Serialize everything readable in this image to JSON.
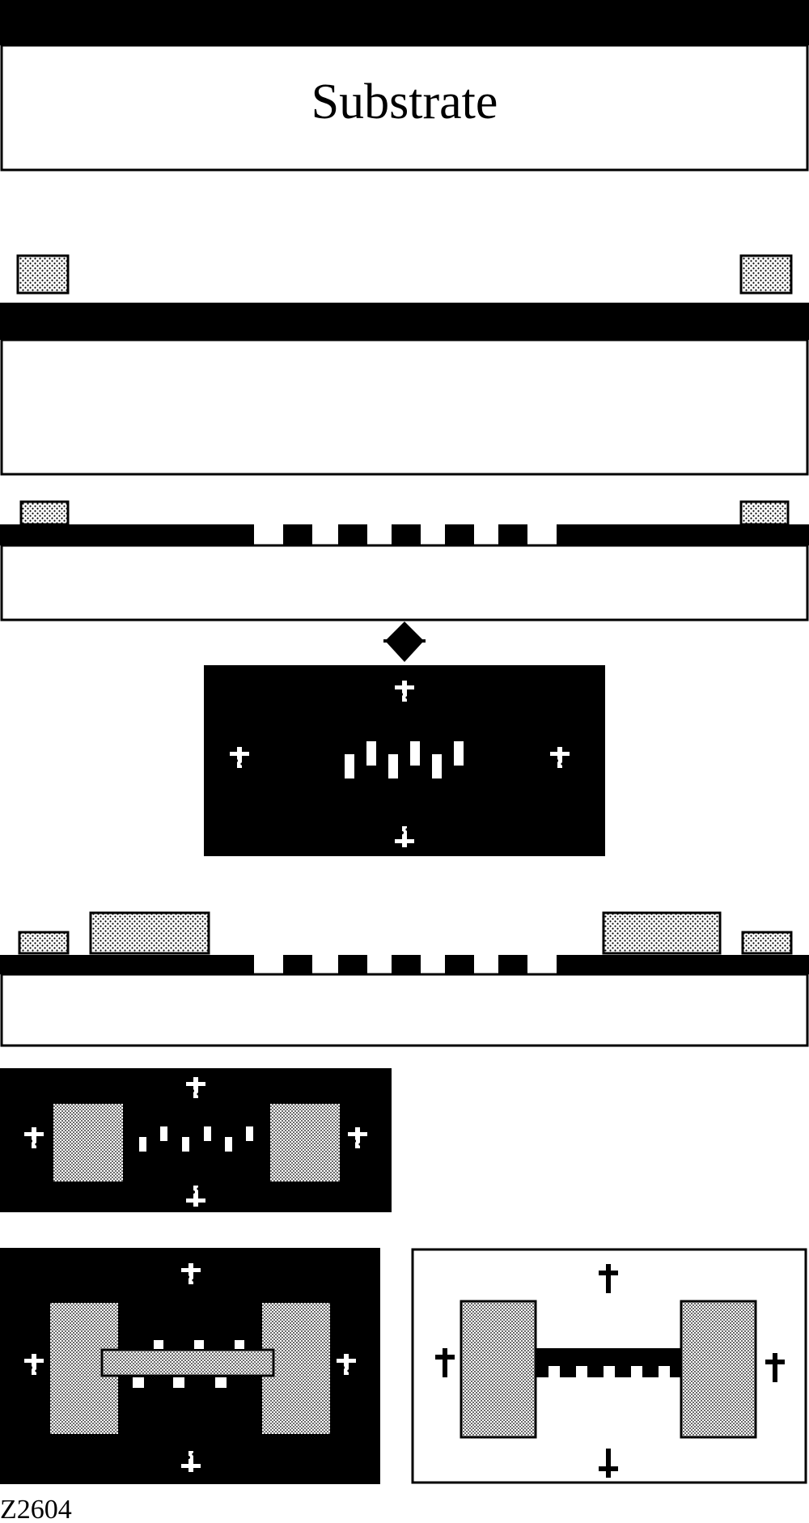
{
  "figure": {
    "substrate_label": "Substrate",
    "figure_id": "Z2604"
  },
  "colors": {
    "ink": "#000000",
    "paper": "#ffffff",
    "stipple_bg": "#ffffff",
    "stipple_dot": "#000000"
  },
  "icons": {
    "alignment_mark": "cross-alignment-mark",
    "stage_arrow": "double-arrow-icon"
  }
}
